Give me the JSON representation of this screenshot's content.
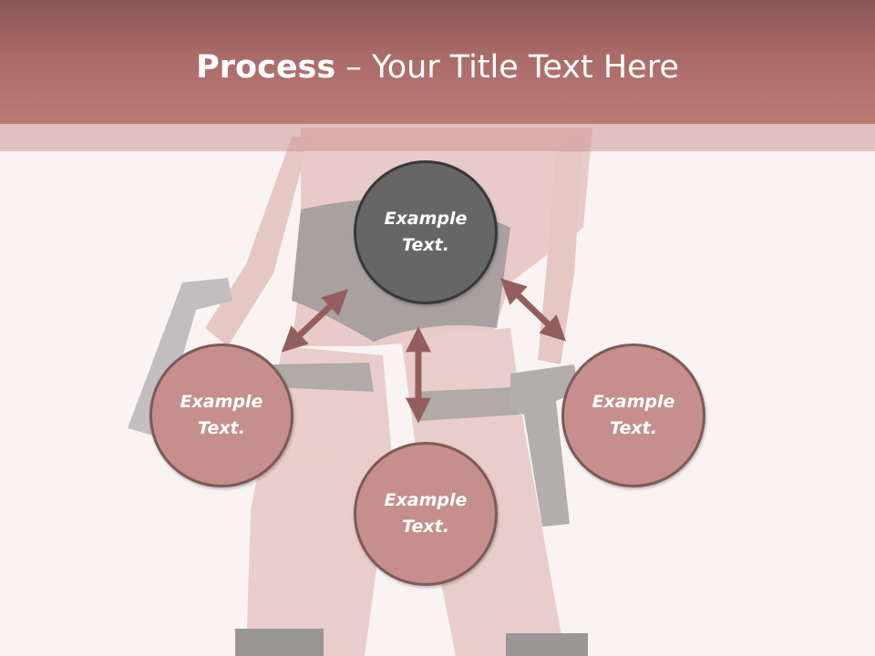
{
  "title": {
    "bold": "Process",
    "rest": " – Your Title Text Here"
  },
  "nodes": [
    {
      "line1": "Example",
      "line2": "Text."
    },
    {
      "line1": "Example",
      "line2": "Text."
    },
    {
      "line1": "Example",
      "line2": "Text."
    },
    {
      "line1": "Example",
      "line2": "Text."
    }
  ],
  "colors": {
    "header": "#aa6b68",
    "center_node": "#666666",
    "outer_nodes": "#c68f8b",
    "arrows": "#935f5e"
  },
  "icons": [
    "double-headed-arrow"
  ]
}
